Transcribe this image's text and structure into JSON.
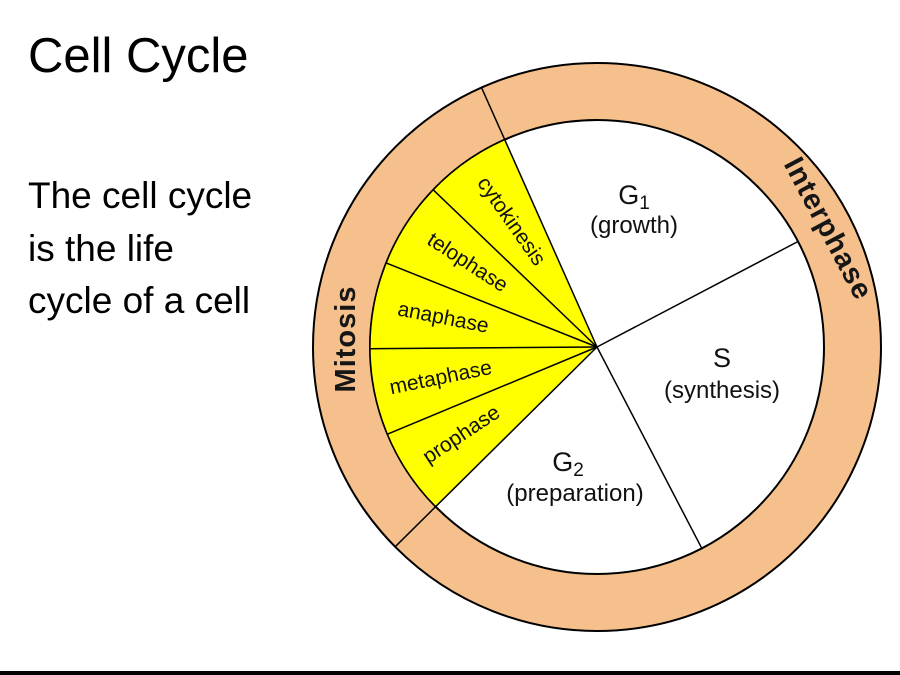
{
  "slide": {
    "title": "Cell Cycle",
    "body_lines": [
      "The cell cycle",
      "is the life",
      "cycle of a cell"
    ]
  },
  "diagram": {
    "interphase_label": "Interphase",
    "mitosis_label": "Mitosis",
    "sectors": {
      "g1": {
        "symbol": "G",
        "subscript": "1",
        "description": "(growth)"
      },
      "s": {
        "symbol": "S",
        "subscript": "",
        "description": "(synthesis)"
      },
      "g2": {
        "symbol": "G",
        "subscript": "2",
        "description": "(preparation)"
      }
    },
    "phases": [
      "prophase",
      "metaphase",
      "anaphase",
      "telophase",
      "cytokinesis"
    ],
    "colors": {
      "ring": "#F5C08C",
      "mitosis_wedge": "#FFFF00",
      "outline": "#000000"
    }
  }
}
